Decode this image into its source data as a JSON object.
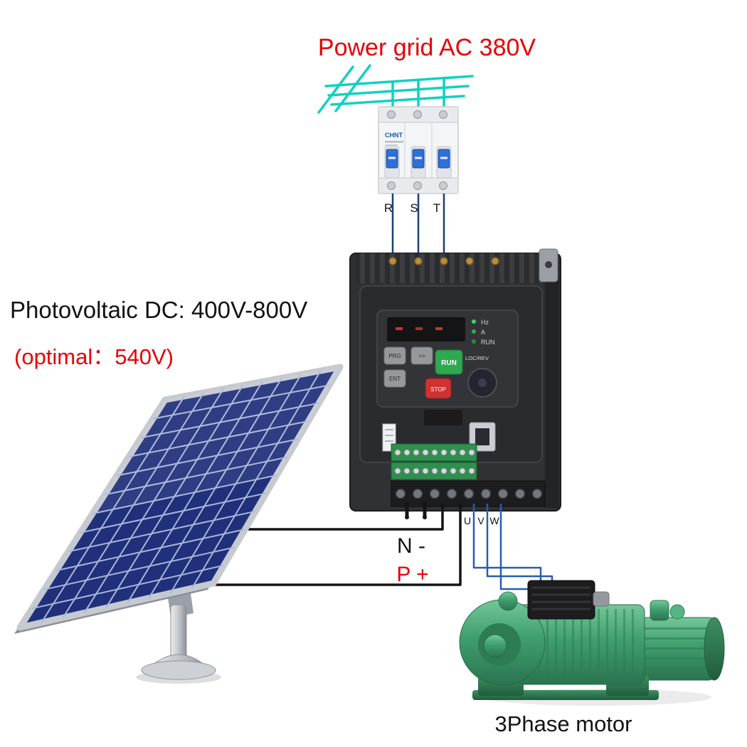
{
  "labels": {
    "title": "Power grid AC 380V",
    "pv_range": "Photovoltaic DC: 400V-800V",
    "pv_optimal": "(optimal：540V)",
    "dc_negative": "N -",
    "dc_positive": "P +",
    "motor": "3Phase motor"
  },
  "breaker": {
    "brand": "CHNT",
    "terminals": [
      "R",
      "S",
      "T"
    ]
  },
  "vfd": {
    "run_button": "RUN",
    "loc_rev": "LOC/REV",
    "stop_button": "STOP",
    "keypad": [
      "PRG",
      "ENT",
      ">>"
    ],
    "indicators": [
      "Hz",
      "A",
      "RUN"
    ]
  },
  "output_terminals": [
    "U",
    "V",
    "W"
  ],
  "colors": {
    "accent_red": "#e80000",
    "grid_cyan": "#12d1c0",
    "wire_navy": "#1c3f7c",
    "wire_blue": "#2b5cab",
    "wire_black": "#141414",
    "run_green": "#2fa84f",
    "stop_red": "#cf3232",
    "panel_navy": "#20307a",
    "motor_green": "#3f9e6e"
  }
}
